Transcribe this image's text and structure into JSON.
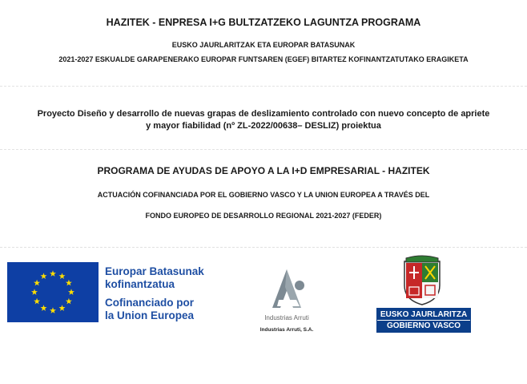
{
  "header": {
    "title": "HAZITEK - ENPRESA I+G BULTZATZEKO LAGUNTZA PROGRAMA",
    "line1": "EUSKO JAURLARITZAK ETA EUROPAR BATASUNAK",
    "line2": "2021-2027 ESKUALDE GARAPENERAKO EUROPAR FUNTSAREN (EGEF) BITARTEZ KOFINANTZATUTAKO ERAGIKETA"
  },
  "project": {
    "line1": "Proyecto Diseño y desarrollo de nuevas grapas de deslizamiento controlado con nuevo concepto de apriete",
    "line2": "y mayor fiabilidad (nº ZL-2022/00638– DESLIZ) proiektua"
  },
  "program": {
    "title": "PROGRAMA DE AYUDAS DE APOYO A LA I+D EMPRESARIAL - HAZITEK",
    "line1": "ACTUACIÓN COFINANCIADA POR EL GOBIERNO VASCO Y LA UNION EUROPEA A TRAVÉS DEL",
    "line2": "FONDO EUROPEO DE DESARROLLO REGIONAL 2021-2027 (FEDER)"
  },
  "logos": {
    "eu": {
      "text1a": "Europar Batasunak",
      "text1b": "kofinantzatua",
      "text2a": "Cofinanciado por",
      "text2b": "la Union Europea",
      "flag_color": "#0e3fa4",
      "star_color": "#ffdd00"
    },
    "arruti": {
      "name": "Industrias Arruti",
      "caption": "Industrias Arruti, S.A.",
      "color": "#7d8a93"
    },
    "gobierno_vasco": {
      "line1": "EUSKO JAURLARITZA",
      "line2": "GOBIERNO VASCO",
      "color": "#0c3f8a"
    }
  }
}
